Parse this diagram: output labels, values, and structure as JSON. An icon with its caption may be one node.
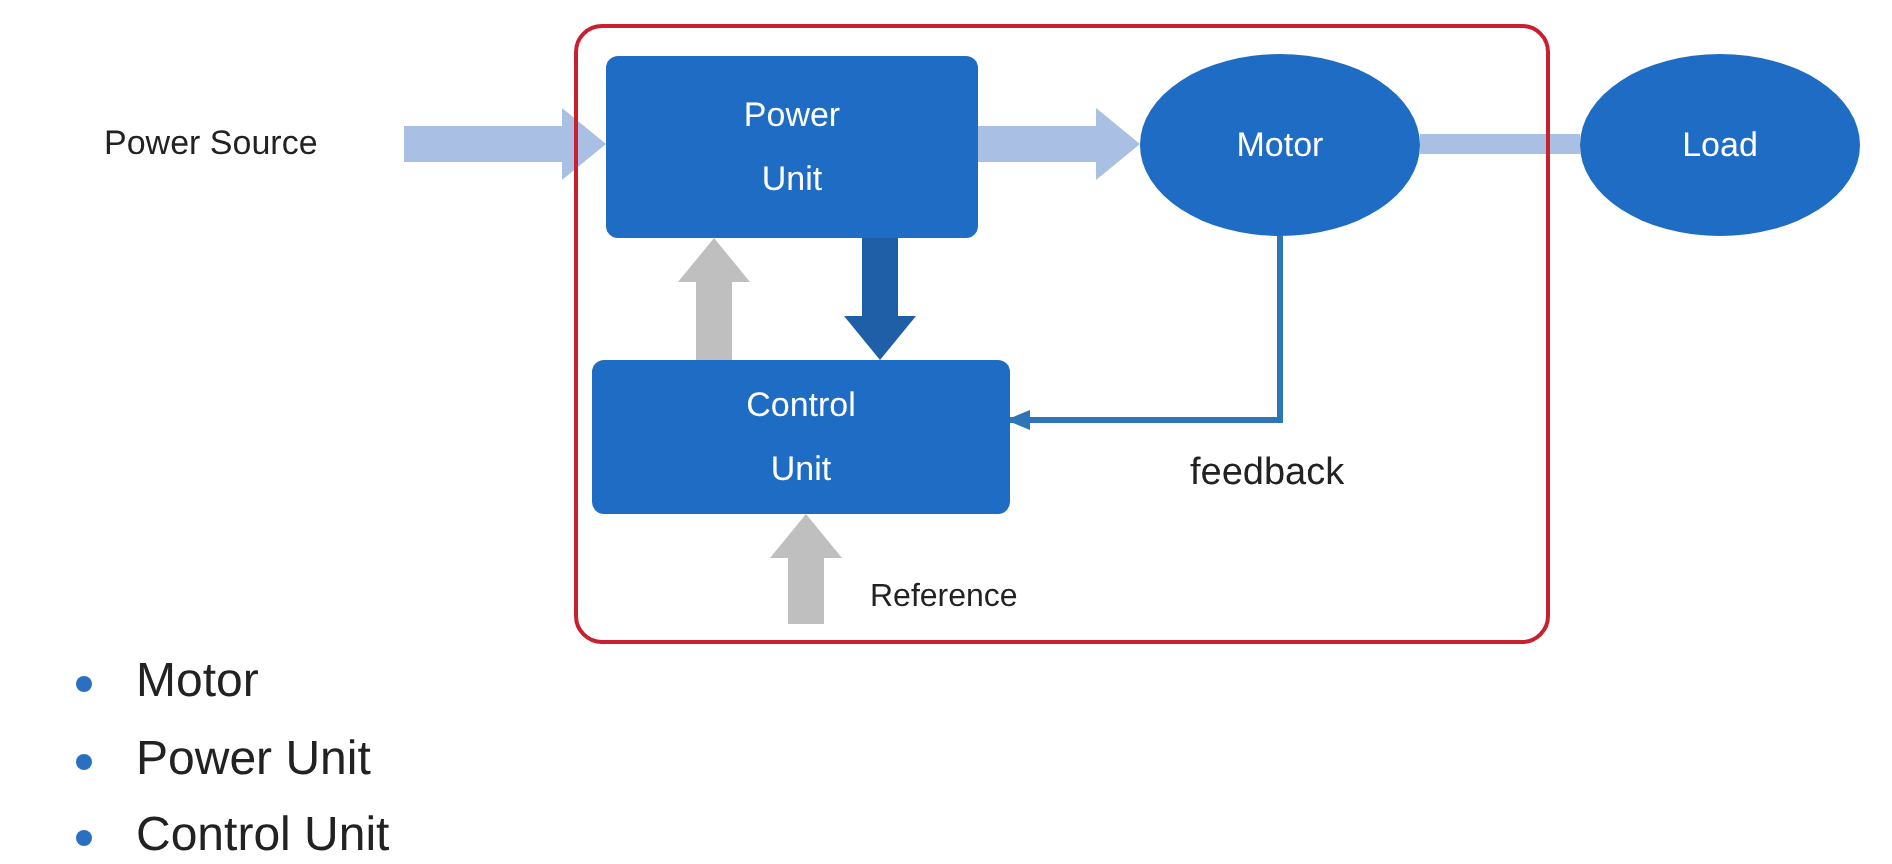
{
  "diagram": {
    "nodes": [
      {
        "text": [],
        "shape": "box"
      },
      {
        "text": [
          "Power Source"
        ]
      },
      {
        "text": [
          "Power Unit"
        ],
        "in": 0
      },
      {
        "text": [
          "Motor"
        ],
        "in": 0
      },
      {
        "text": [
          "Load"
        ]
      },
      {
        "text": [
          "Control Unit"
        ],
        "in": 0
      }
    ],
    "edges": [
      {
        "from": 1,
        "to": 2,
        "arrow": "to",
        "color": "#a9bfe3"
      },
      {
        "from": 2,
        "to": 3,
        "arrow": "to",
        "color": "#a9bfe3"
      },
      {
        "from": 3,
        "to": 4,
        "arrow": "none",
        "color": "#a9bfe3"
      },
      {
        "from": 2,
        "to": 5,
        "arrow": "to",
        "color": "#1f5fa8"
      },
      {
        "from": 5,
        "to": 2,
        "arrow": "to",
        "color": "#bfbfbf"
      },
      {
        "from": 3,
        "to": 5,
        "arrow": "to",
        "label": "feedback",
        "color": "#2e75b6"
      },
      {
        "from": null,
        "to": 5,
        "arrow": "to",
        "color": "#bfbfbf"
      }
    ],
    "labels": [
      "Reference",
      "Motor",
      "Power Unit",
      "Control Unit"
    ]
  }
}
